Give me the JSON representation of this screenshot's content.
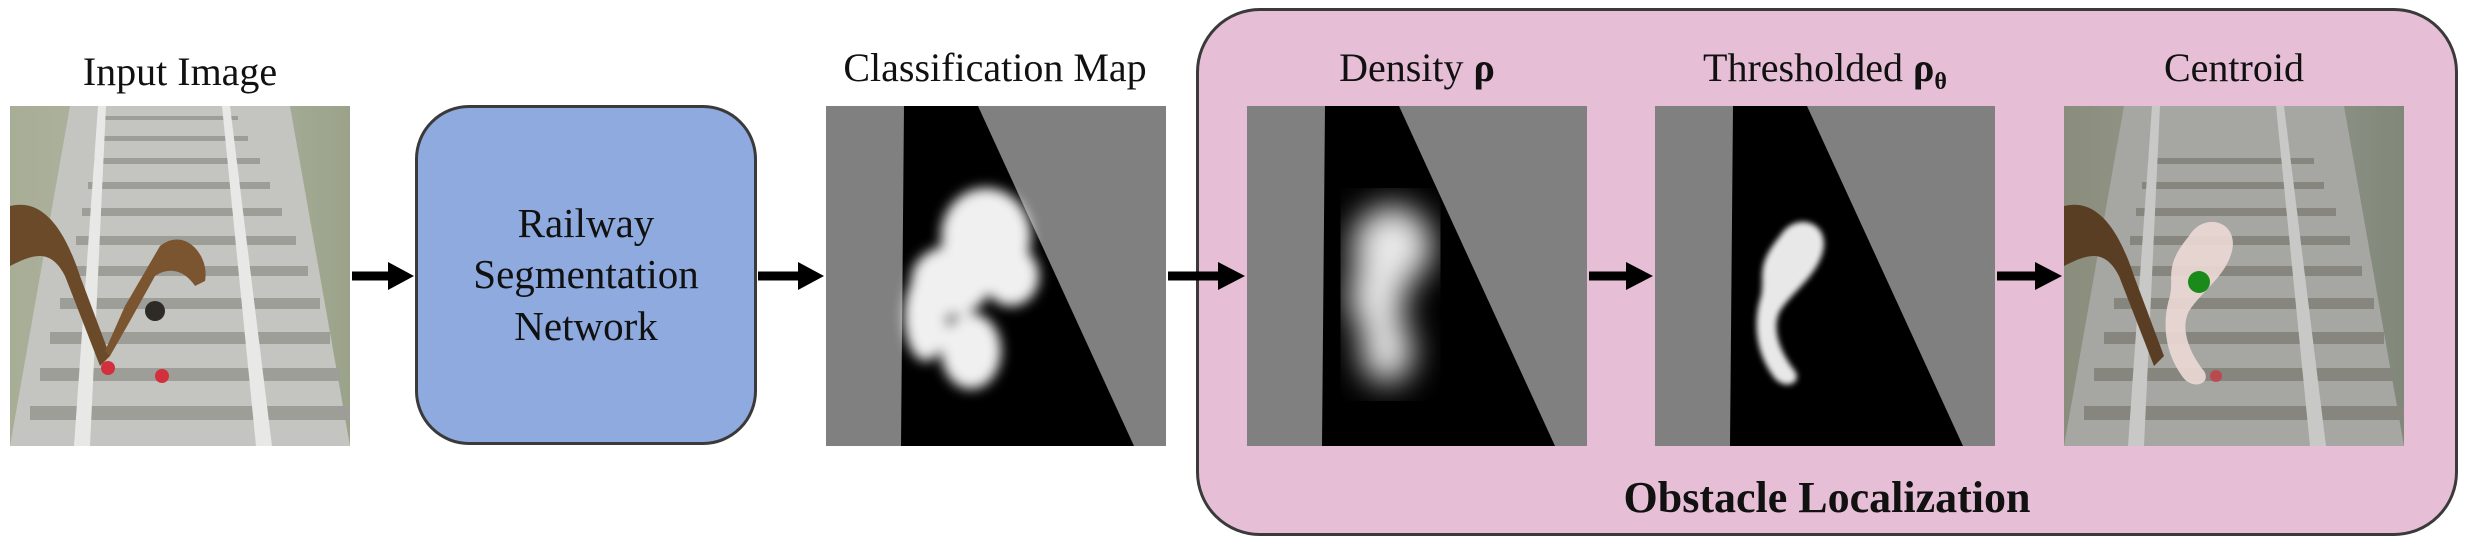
{
  "labels": {
    "input_image": "Input Image",
    "classification_map": "Classification Map",
    "density_text": "Density ",
    "density_symbol": "ρ",
    "thresholded_text": "Thresholded ",
    "thresholded_symbol": "ρ",
    "thresholded_subscript": "θ",
    "centroid": "Centroid"
  },
  "network": {
    "line1": "Railway",
    "line2": "Segmentation",
    "line3": "Network"
  },
  "localization": {
    "title": "Obstacle Localization"
  },
  "colors": {
    "network_fill": "#8eaadf",
    "localization_fill": "#e6bfd6",
    "mask_gray": "#808080",
    "centroid_dot": "#1a8a1a"
  }
}
